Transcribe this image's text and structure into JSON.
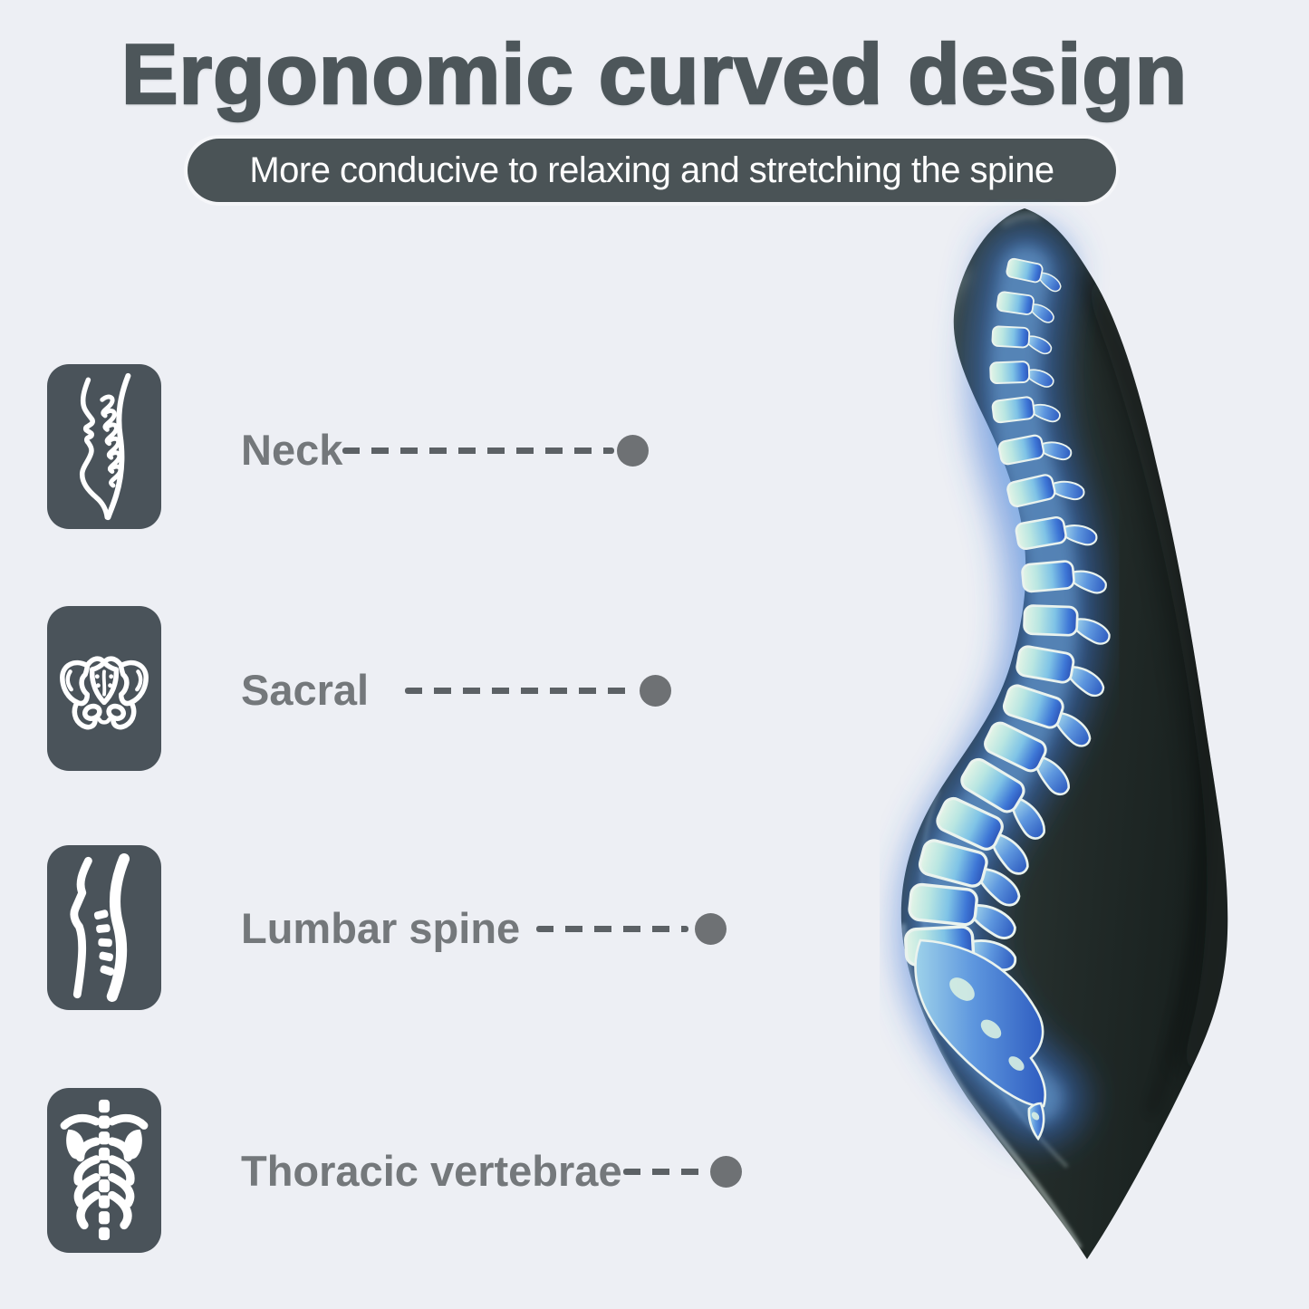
{
  "title": {
    "text": "Ergonomic curved design",
    "color": "#4d565a"
  },
  "subtitle": {
    "text": "More conducive to relaxing and stretching the spine",
    "background": "#4a5356",
    "text_color": "#ffffff"
  },
  "rows": [
    {
      "label": "Neck",
      "icon": "neck-cervical-icon"
    },
    {
      "label": "Sacral",
      "icon": "pelvis-sacral-icon"
    },
    {
      "label": "Lumbar spine",
      "icon": "lumbar-spine-icon"
    },
    {
      "label": "Thoracic vertebrae",
      "icon": "thoracic-ribcage-icon"
    }
  ],
  "callout_style": {
    "icon_box_background": "#4a535a",
    "icon_foreground": "#ffffff",
    "label_color": "#74787b",
    "dash_color": "#5c6165",
    "dot_color": "#6e7174"
  },
  "page": {
    "background": "#edeff4"
  },
  "product": {
    "description": "curved back stretcher side view with illuminated spine illustration",
    "body_color": "#28322f",
    "spine_blue": "#3e77d6",
    "spine_mint": "#d8efe2"
  }
}
